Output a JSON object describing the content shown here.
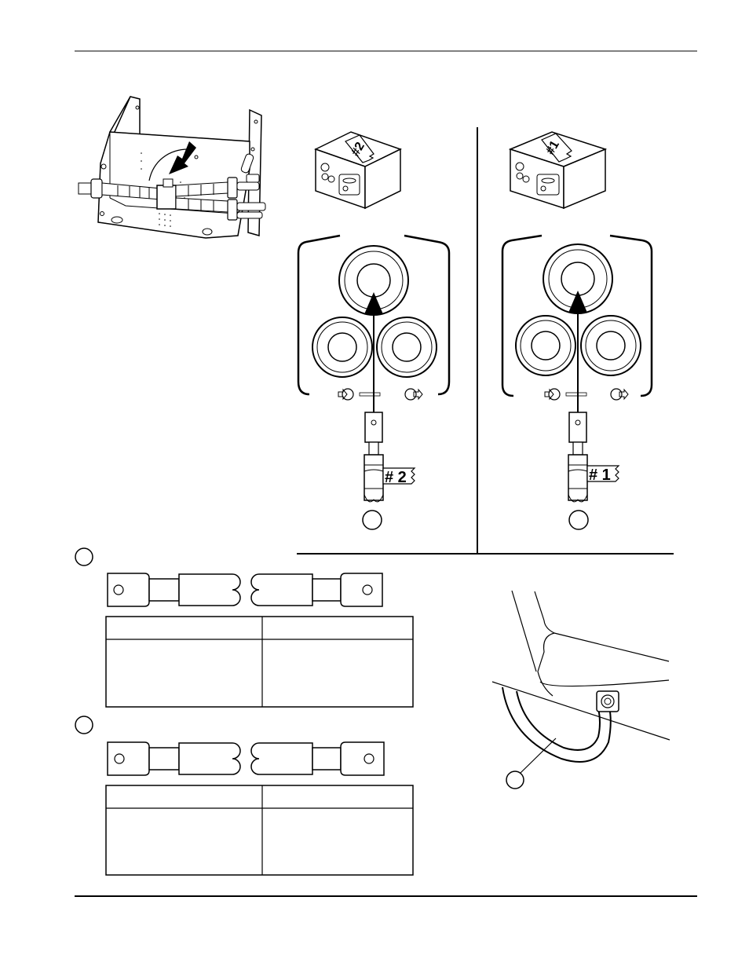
{
  "labels": {
    "tag_box_left": "#2",
    "tag_box_right": "#1",
    "tag_lead_left": "# 2",
    "tag_lead_right": "# 1"
  },
  "icons": [
    "pump-in-icon",
    "pump-out-icon",
    "callout-circle"
  ],
  "colors": {
    "ink": "#000000",
    "paper": "#ffffff"
  }
}
